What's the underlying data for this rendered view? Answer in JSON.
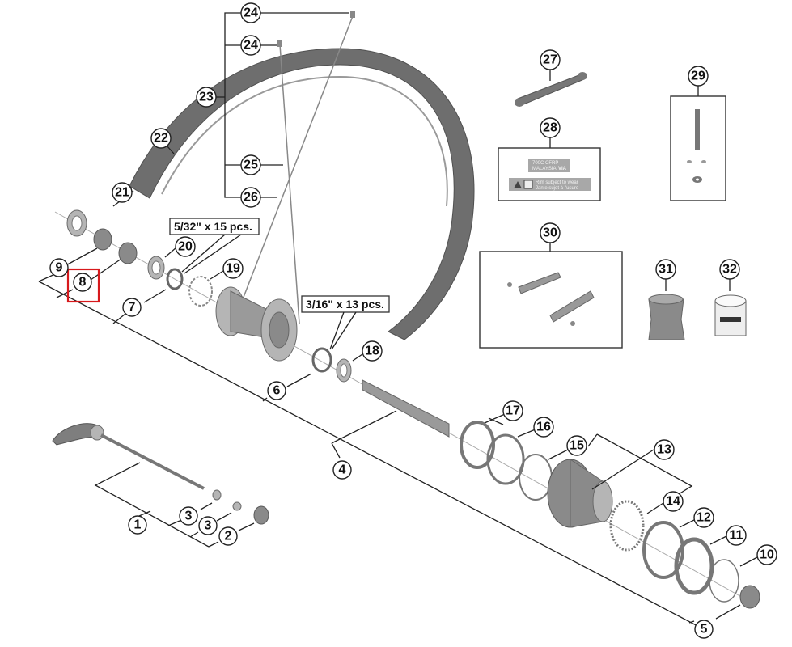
{
  "diagram": {
    "title": "Rear wheel exploded parts diagram",
    "highlighted_callout": "8",
    "highlight_color": "#d7191c",
    "callouts": [
      {
        "id": "1",
        "label": "1"
      },
      {
        "id": "2",
        "label": "2"
      },
      {
        "id": "3a",
        "label": "3"
      },
      {
        "id": "3b",
        "label": "3"
      },
      {
        "id": "4",
        "label": "4"
      },
      {
        "id": "5",
        "label": "5"
      },
      {
        "id": "6",
        "label": "6"
      },
      {
        "id": "7",
        "label": "7"
      },
      {
        "id": "8",
        "label": "8"
      },
      {
        "id": "9",
        "label": "9"
      },
      {
        "id": "10",
        "label": "10"
      },
      {
        "id": "11",
        "label": "11"
      },
      {
        "id": "12",
        "label": "12"
      },
      {
        "id": "13",
        "label": "13"
      },
      {
        "id": "14",
        "label": "14"
      },
      {
        "id": "15",
        "label": "15"
      },
      {
        "id": "16",
        "label": "16"
      },
      {
        "id": "17",
        "label": "17"
      },
      {
        "id": "18",
        "label": "18"
      },
      {
        "id": "19",
        "label": "19"
      },
      {
        "id": "20",
        "label": "20"
      },
      {
        "id": "21",
        "label": "21"
      },
      {
        "id": "22",
        "label": "22"
      },
      {
        "id": "23",
        "label": "23"
      },
      {
        "id": "24a",
        "label": "24"
      },
      {
        "id": "24b",
        "label": "24"
      },
      {
        "id": "25",
        "label": "25"
      },
      {
        "id": "26",
        "label": "26"
      },
      {
        "id": "27",
        "label": "27"
      },
      {
        "id": "28",
        "label": "28"
      },
      {
        "id": "29",
        "label": "29"
      },
      {
        "id": "30",
        "label": "30"
      },
      {
        "id": "31",
        "label": "31"
      },
      {
        "id": "32",
        "label": "32"
      }
    ],
    "quantity_notes": {
      "left_bearings": "5/32\" x 15 pcs.",
      "right_bearings": "3/16\" x 13 pcs."
    },
    "rim_sticker": {
      "line1": "700C CFRP",
      "line2": "MALAYSIA",
      "brand": "VIA",
      "warning_line1": "Rim subject to wear",
      "warning_line2": "Jante sujet à l'usure"
    }
  }
}
